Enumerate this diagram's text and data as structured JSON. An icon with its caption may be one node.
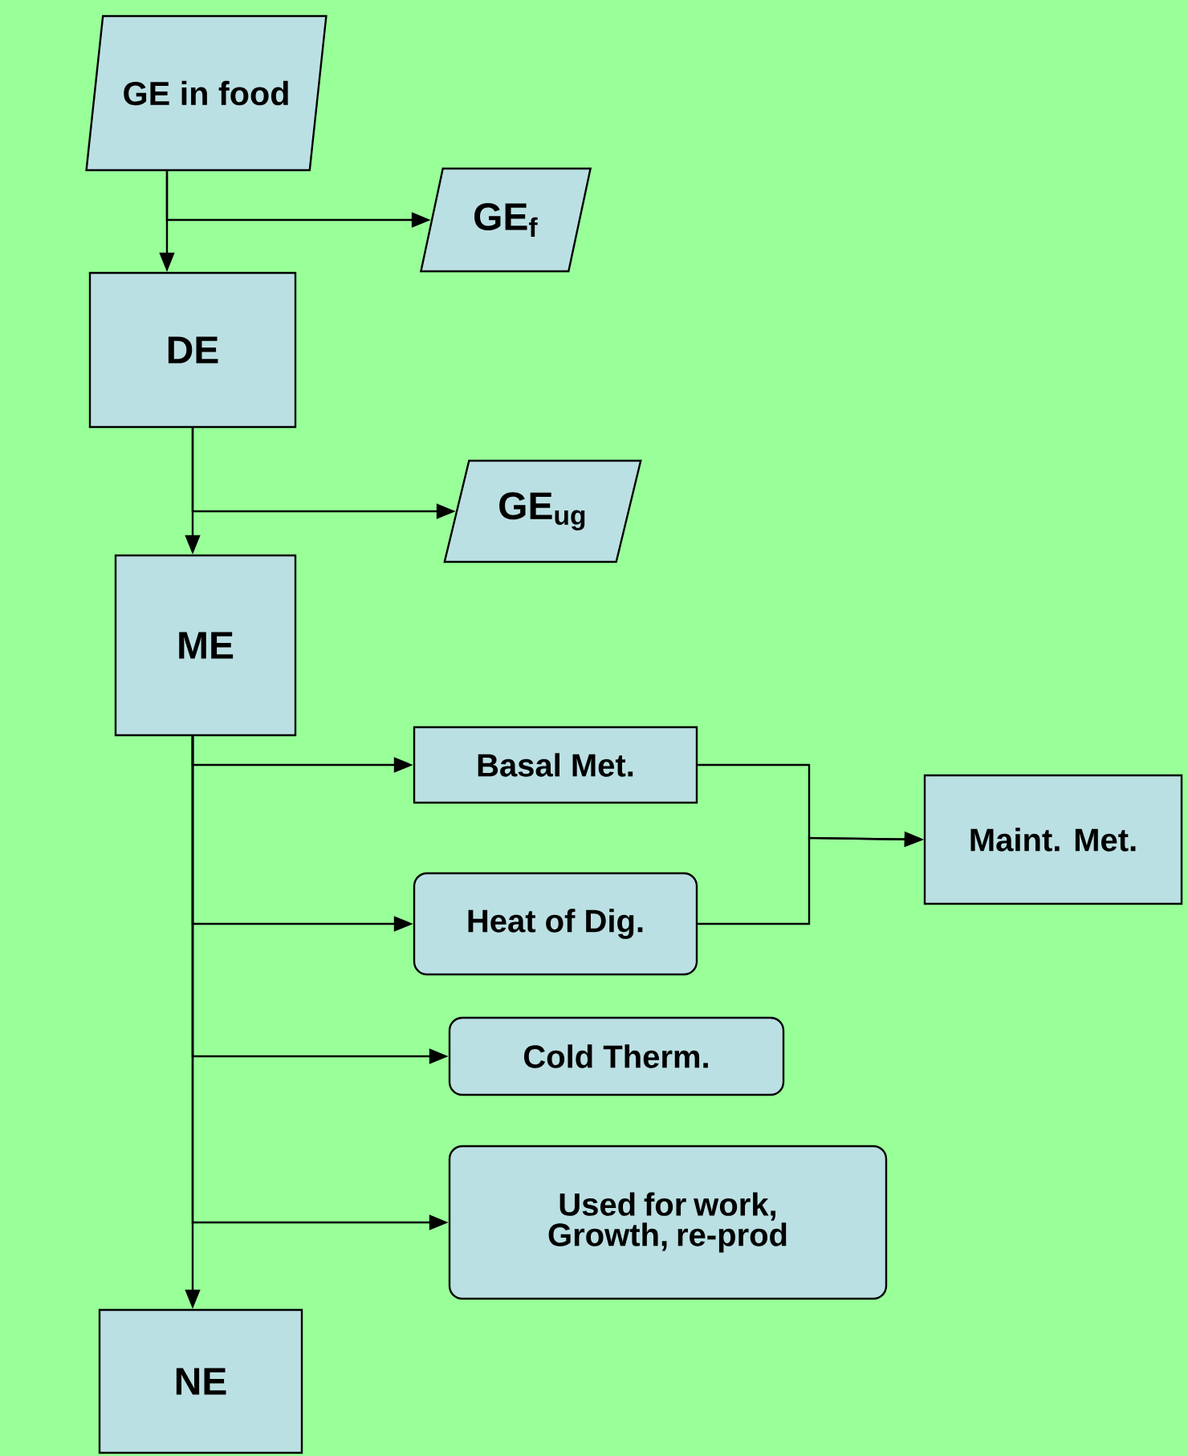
{
  "diagram": {
    "nodes": [
      {
        "text": [
          "GE in food"
        ]
      },
      {
        "text": [
          "GE$_{f}$"
        ]
      },
      {
        "text": [
          "DE"
        ]
      },
      {
        "text": [
          "GE$_{ug}$"
        ]
      },
      {
        "text": [
          "ME"
        ]
      },
      {
        "text": [
          "Basal Met."
        ]
      },
      {
        "text": [
          "Heat of Dig."
        ]
      },
      {
        "text": [
          "Maint. Met."
        ]
      },
      {
        "text": [
          "Cold Therm."
        ]
      },
      {
        "text": [
          "Used for work, Growth, re-prod"
        ]
      },
      {
        "text": [
          "NE"
        ]
      }
    ],
    "edges": [
      {
        "from": 0,
        "to": 2,
        "arrow": "to"
      },
      {
        "from": 0,
        "to": 1,
        "arrow": "to"
      },
      {
        "from": 2,
        "to": 4,
        "arrow": "to"
      },
      {
        "from": 2,
        "to": 3,
        "arrow": "to"
      },
      {
        "from": 4,
        "to": 5,
        "arrow": "to"
      },
      {
        "from": 4,
        "to": 6,
        "arrow": "to"
      },
      {
        "from": 4,
        "to": 8,
        "arrow": "to"
      },
      {
        "from": 4,
        "to": 9,
        "arrow": "to"
      },
      {
        "from": 4,
        "to": 10,
        "arrow": "to"
      },
      {
        "from": 5,
        "to": 7,
        "arrow": "to"
      },
      {
        "from": 6,
        "to": 7,
        "arrow": "to"
      }
    ]
  }
}
